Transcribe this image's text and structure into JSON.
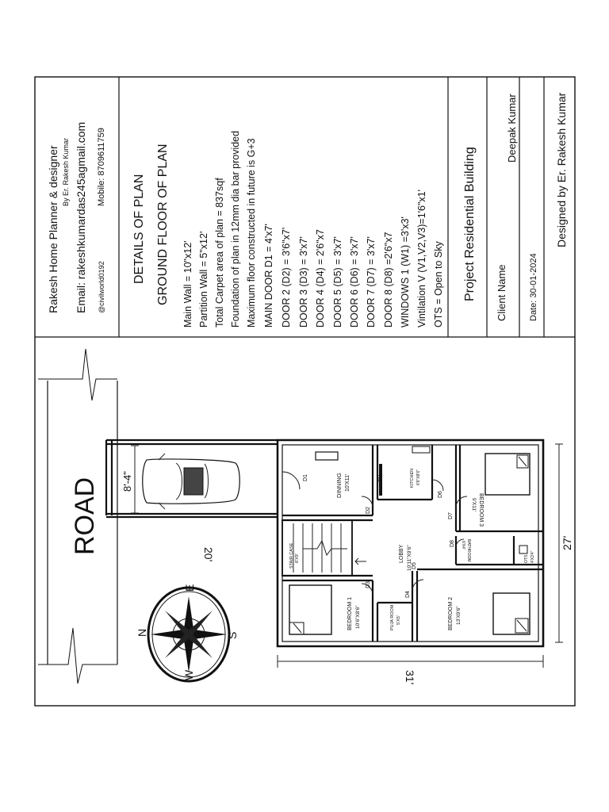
{
  "title_block": {
    "company": "Rakesh Home Planner & designer",
    "by": "By Er. Rakesh Kumar",
    "email": "Email: rakeshkumardas245agmail.com",
    "handle": "@civilworld0192",
    "mobile": "Mobile: 8709611759",
    "details_heading": "DETAILS OF PLAN",
    "floor_heading": "GROUND FLOOR OF PLAN",
    "spec_lines": [
      "Main Wall = 10\"x12'",
      "Partition Wall = 5\"x12'",
      "Total Carpet area of plan = 837sqf",
      "Foundation of plan in 12mm dia bar provided",
      "Maximum floor constructed in future is G+3",
      "MAIN DOOR D1 = 4'x7'",
      "DOOR 2 (D2) = 3'6\"x7'",
      "DOOR 3 (D3) = 3'x7'",
      "DOOR 4 (D4) = 2'6\"x7",
      "DOOR 5 (D5) = 3'x7'",
      "DOOR 6 (D6) = 3'x7'",
      "DOOR 7 (D7) = 3'x7'",
      "DOOR 8 (D8) =2'6\"x7",
      "WINDOWS 1 (W1) =3'x3'",
      "Vintilation V (V1,V2,V3)=1'6\"x1'",
      "OTS = Open to Sky"
    ],
    "project": "Project Residential Building",
    "client_label": "Client Name",
    "client_name": "Deepak Kumar",
    "date": "Date: 30-01-2024",
    "designer": "Designed by Er. Rakesh Kumar"
  },
  "plan": {
    "road_label": "ROAD",
    "dim_plot_width": "20'",
    "dim_parking": "8'-4\"",
    "dim_total_length": "31'",
    "dim_side": "27'",
    "compass": {
      "north": "N",
      "east": "E",
      "south": "S",
      "west": "W"
    },
    "rooms": {
      "dinning_name": "DINNING",
      "dinning_size": "10'X11'",
      "kitchen_name": "KITCHEN",
      "kitchen_size": "6'6\"X8'6\"",
      "stair_name": "STAIR CASE",
      "stair_size": "6'X9'",
      "lobby_name": "LOBBY",
      "lobby_size": "10'11\"X9'6\"",
      "bedroom1_name": "BEDROOM 1",
      "bedroom1_size": "10'6\"X8'6\"",
      "puja_name": "PUJA ROOM",
      "puja_size": "5'X5'",
      "bedroom2_name": "BEDROOM 2",
      "bedroom2_size": "13'X9'6\"",
      "bedroom3_name": "BEDROOM 3",
      "bedroom3_size": "9'X11'",
      "bathroom_name": "BATHROOM",
      "bathroom_size": "6'X4'",
      "ots_name": "OTS",
      "ots_size": "4'X3'4\""
    },
    "doors": [
      "D1",
      "D2",
      "D3",
      "D4",
      "D5",
      "D6",
      "D7",
      "D8"
    ],
    "window": "W1"
  }
}
